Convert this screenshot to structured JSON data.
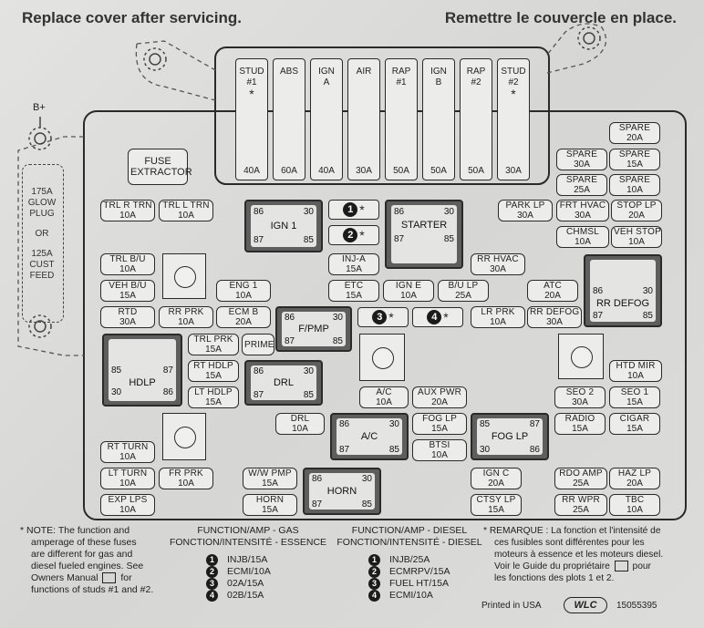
{
  "header": {
    "left": "Replace cover after servicing.",
    "right": "Remettre le couvercle en place."
  },
  "b_plus": "B+",
  "side_panel": {
    "line1": "175A",
    "line2": "GLOW",
    "line3": "PLUG",
    "or": "OR",
    "line4": "125A",
    "line5": "CUST",
    "line6": "FEED"
  },
  "fuse_extractor": {
    "l1": "FUSE",
    "l2": "EXTRACTOR"
  },
  "maxi_fuses": [
    {
      "name": "STUD",
      "name2": "#1",
      "star": "*",
      "amp": "40A"
    },
    {
      "name": "ABS",
      "name2": "",
      "star": "",
      "amp": "60A"
    },
    {
      "name": "IGN",
      "name2": "A",
      "star": "",
      "amp": "40A"
    },
    {
      "name": "AIR",
      "name2": "",
      "star": "",
      "amp": "30A"
    },
    {
      "name": "RAP",
      "name2": "#1",
      "star": "",
      "amp": "50A"
    },
    {
      "name": "IGN",
      "name2": "B",
      "star": "",
      "amp": "50A"
    },
    {
      "name": "RAP",
      "name2": "#2",
      "star": "",
      "amp": "50A"
    },
    {
      "name": "STUD",
      "name2": "#2",
      "star": "*",
      "amp": "30A"
    }
  ],
  "fuses": [
    {
      "name": "TRL R TRN",
      "amp": "10A"
    },
    {
      "name": "TRL L TRN",
      "amp": "10A"
    },
    {
      "name": "TRL B/U",
      "amp": "10A"
    },
    {
      "name": "VEH B/U",
      "amp": "15A"
    },
    {
      "name": "RTD",
      "amp": "30A"
    },
    {
      "name": "RR PRK",
      "amp": "10A"
    },
    {
      "name": "ECM B",
      "amp": "20A"
    },
    {
      "name": "ENG 1",
      "amp": "10A"
    },
    {
      "name": "TRL PRK",
      "amp": "15A"
    },
    {
      "name": "PRIME",
      "amp": ""
    },
    {
      "name": "RT HDLP",
      "amp": "15A"
    },
    {
      "name": "LT HDLP",
      "amp": "15A"
    },
    {
      "name": "RT TURN",
      "amp": "10A"
    },
    {
      "name": "LT TURN",
      "amp": "10A"
    },
    {
      "name": "FR PRK",
      "amp": "10A"
    },
    {
      "name": "EXP LPS",
      "amp": "10A"
    },
    {
      "name": "W/W PMP",
      "amp": "15A"
    },
    {
      "name": "HORN",
      "amp": "15A"
    },
    {
      "name": "DRL",
      "amp": "10A"
    },
    {
      "name": "INJ-A",
      "amp": "15A"
    },
    {
      "name": "ETC",
      "amp": "15A"
    },
    {
      "name": "IGN E",
      "amp": "10A"
    },
    {
      "name": "B/U LP",
      "amp": "25A"
    },
    {
      "name": "A/C",
      "amp": "10A"
    },
    {
      "name": "AUX PWR",
      "amp": "20A"
    },
    {
      "name": "FOG LP",
      "amp": "15A"
    },
    {
      "name": "BTSI",
      "amp": "10A"
    },
    {
      "name": "RR HVAC",
      "amp": "30A"
    },
    {
      "name": "LR PRK",
      "amp": "10A"
    },
    {
      "name": "RR DEFOG",
      "amp": "30A"
    },
    {
      "name": "ATC",
      "amp": "20A"
    },
    {
      "name": "PARK LP",
      "amp": "30A"
    },
    {
      "name": "FRT HVAC",
      "amp": "30A"
    },
    {
      "name": "CHMSL",
      "amp": "10A"
    },
    {
      "name": "SPARE",
      "amp": "20A"
    },
    {
      "name": "SPARE",
      "amp": "30A"
    },
    {
      "name": "SPARE",
      "amp": "15A"
    },
    {
      "name": "SPARE",
      "amp": "25A"
    },
    {
      "name": "SPARE",
      "amp": "10A"
    },
    {
      "name": "STOP LP",
      "amp": "20A"
    },
    {
      "name": "VEH STOP",
      "amp": "10A"
    },
    {
      "name": "HTD MIR",
      "amp": "10A"
    },
    {
      "name": "SEO 2",
      "amp": "30A"
    },
    {
      "name": "SEO 1",
      "amp": "15A"
    },
    {
      "name": "RADIO",
      "amp": "15A"
    },
    {
      "name": "CIGAR",
      "amp": "15A"
    },
    {
      "name": "IGN C",
      "amp": "20A"
    },
    {
      "name": "CTSY LP",
      "amp": "15A"
    },
    {
      "name": "RDO AMP",
      "amp": "25A"
    },
    {
      "name": "HAZ LP",
      "amp": "20A"
    },
    {
      "name": "RR WPR",
      "amp": "25A"
    },
    {
      "name": "TBC",
      "amp": "10A"
    }
  ],
  "relays": [
    {
      "name": "IGN 1",
      "p1": "86",
      "p2": "30",
      "p3": "87",
      "p4": "85"
    },
    {
      "name": "STARTER",
      "p1": "86",
      "p2": "30",
      "p3": "87",
      "p4": "85"
    },
    {
      "name": "F/PMP",
      "p1": "86",
      "p2": "30",
      "p3": "87",
      "p4": "85"
    },
    {
      "name": "HDLP",
      "p1": "85",
      "p2": "87",
      "p3": "30",
      "p4": "86"
    },
    {
      "name": "DRL",
      "p1": "86",
      "p2": "30",
      "p3": "87",
      "p4": "85"
    },
    {
      "name": "A/C",
      "p1": "86",
      "p2": "30",
      "p3": "87",
      "p4": "85"
    },
    {
      "name": "FOG LP",
      "p1": "85",
      "p2": "87",
      "p3": "30",
      "p4": "86"
    },
    {
      "name": "HORN",
      "p1": "86",
      "p2": "30",
      "p3": "87",
      "p4": "85"
    },
    {
      "name": "RR DEFOG",
      "p1": "86",
      "p2": "30",
      "p3": "87",
      "p4": "85"
    }
  ],
  "diodes": [
    {
      "num": "1",
      "star": "*"
    },
    {
      "num": "2",
      "star": "*"
    },
    {
      "num": "3",
      "star": "*"
    },
    {
      "num": "4",
      "star": "*"
    }
  ],
  "note": {
    "l1": "NOTE: The function and",
    "l2": "amperage of these fuses",
    "l3": "are different for gas and",
    "l4": "diesel fueled engines. See",
    "l5a": "Owners Manual",
    "l5b": "for",
    "l6": "functions of studs #1 and #2.",
    "star": "*"
  },
  "gas": {
    "h1": "FUNCTION/AMP - GAS",
    "h2": "FONCTION/INTENSITÉ - ESSENCE",
    "items": [
      "INJB/15A",
      "ECMI/10A",
      "02A/15A",
      "02B/15A"
    ]
  },
  "diesel": {
    "h1": "FUNCTION/AMP - DIESEL",
    "h2": "FONCTION/INTENSITÉ - DIESEL",
    "items": [
      "INJB/25A",
      "ECMRPV/15A",
      "FUEL HT/15A",
      "ECMI/10A"
    ]
  },
  "remarque": {
    "star": "*",
    "l1": "REMARQUE : La fonction et l'intensité de",
    "l2": "ces fusibles sont différentes pour les",
    "l3": "moteurs à essence et les moteurs diesel.",
    "l4a": "Voir le Guide du propriétaire",
    "l4b": "pour",
    "l5": "les fonctions des plots 1 et 2."
  },
  "footer": {
    "printed": "Printed in USA",
    "brand": "WLC",
    "part": "15055395"
  },
  "legend_nums": [
    "1",
    "2",
    "3",
    "4"
  ]
}
